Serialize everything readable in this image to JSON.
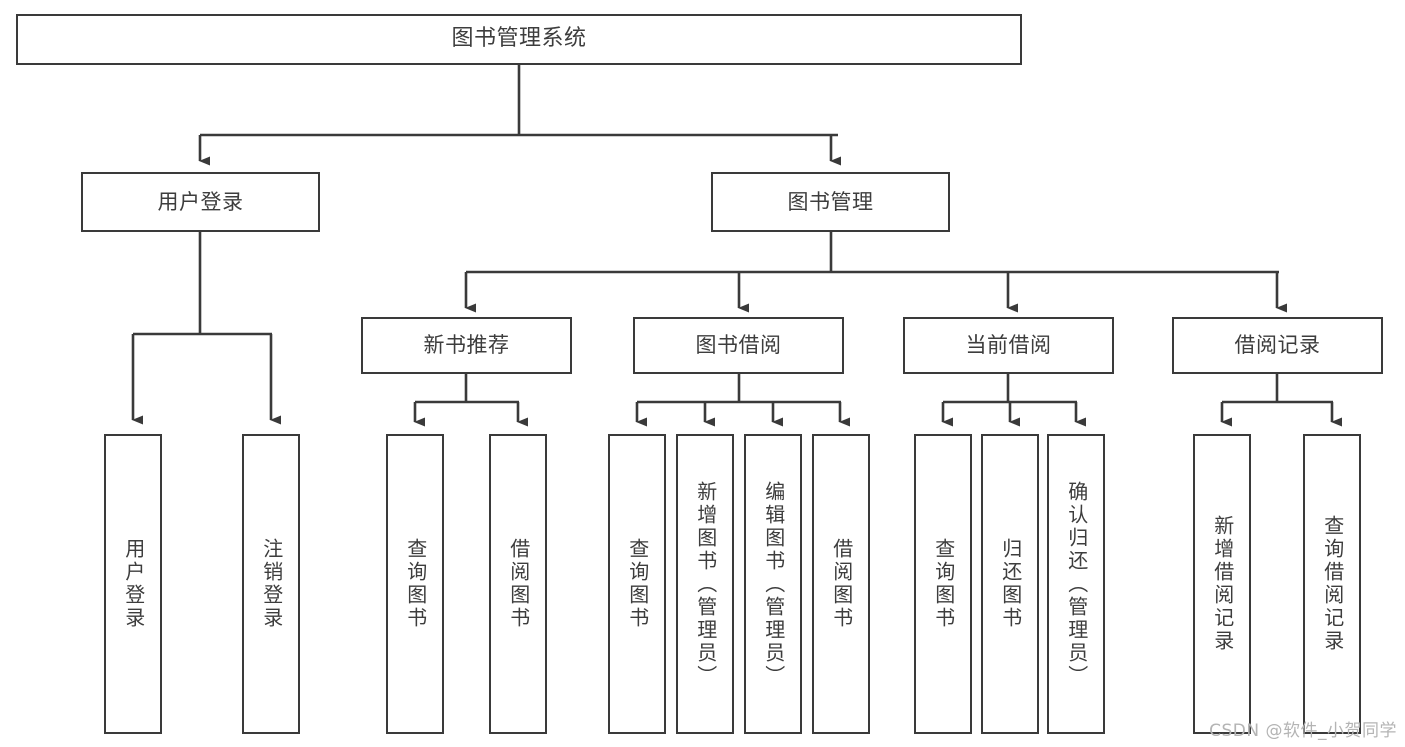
{
  "diagram": {
    "title": "图书管理系统",
    "type": "tree-hierarchy",
    "orientation": "top-down",
    "colors": {
      "box_border": "#3a3a3a",
      "box_fill": "#ffffff",
      "connector": "#3a3a3a",
      "text": "#3d3d3d",
      "background": "#ffffff",
      "watermark": "#b4b4b4"
    }
  },
  "root": {
    "label": "图书管理系统"
  },
  "level1": [
    {
      "label": "用户登录"
    },
    {
      "label": "图书管理"
    }
  ],
  "level2": [
    {
      "label": "新书推荐"
    },
    {
      "label": "图书借阅"
    },
    {
      "label": "当前借阅"
    },
    {
      "label": "借阅记录"
    }
  ],
  "leaves": {
    "user_login": [
      {
        "label": "用户登录"
      },
      {
        "label": "注销登录"
      }
    ],
    "new_book_recommend": [
      {
        "label": "查询图书"
      },
      {
        "label": "借阅图书"
      }
    ],
    "book_borrow": [
      {
        "label": "查询图书"
      },
      {
        "label": "新增图书（管理员）"
      },
      {
        "label": "编辑图书（管理员）"
      },
      {
        "label": "借阅图书"
      }
    ],
    "current_borrow": [
      {
        "label": "查询图书"
      },
      {
        "label": "归还图书"
      },
      {
        "label": "确认归还（管理员）"
      }
    ],
    "borrow_record": [
      {
        "label": "新增借阅记录"
      },
      {
        "label": "查询借阅记录"
      }
    ]
  },
  "watermark": {
    "text": "CSDN @软件_小贺同学"
  }
}
